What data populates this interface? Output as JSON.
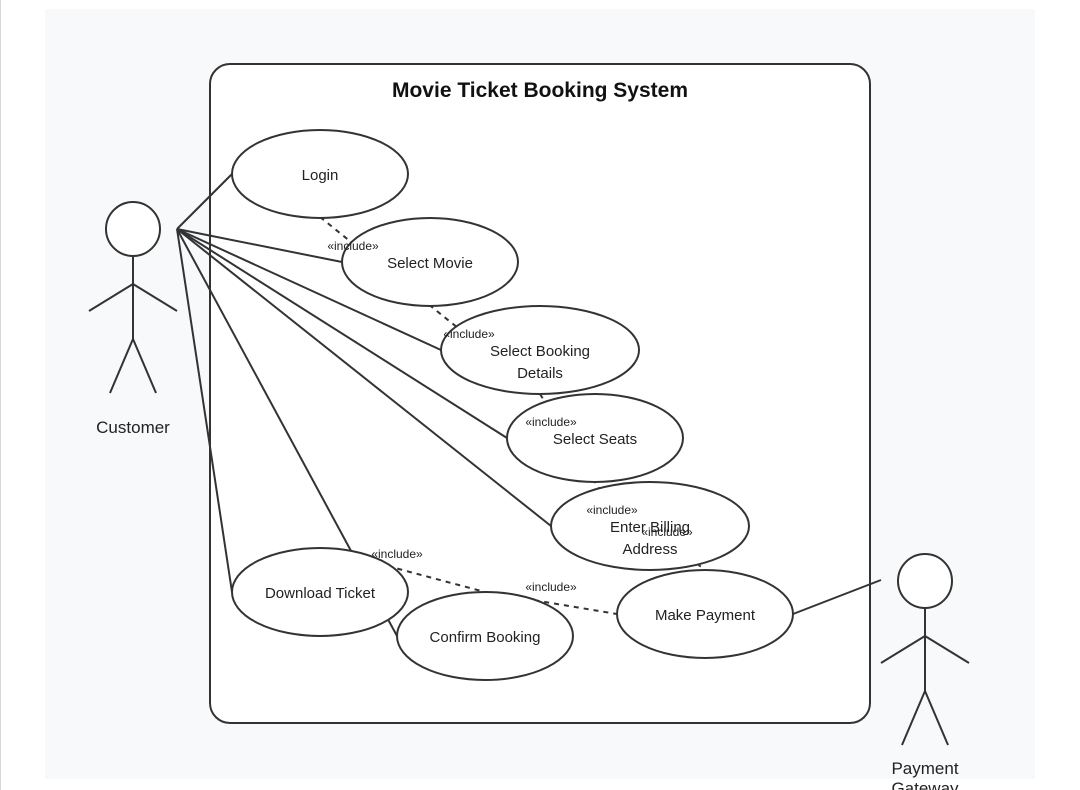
{
  "system": {
    "title": "Movie Ticket Booking System"
  },
  "actors": {
    "customer": "Customer",
    "payment_gateway": [
      "Payment",
      "Gateway"
    ]
  },
  "use_cases": {
    "login": [
      "Login"
    ],
    "select_movie": [
      "Select Movie"
    ],
    "select_booking_details": [
      "Select Booking",
      "Details"
    ],
    "select_seats": [
      "Select Seats"
    ],
    "enter_billing_address": [
      "Enter Billing",
      "Address"
    ],
    "make_payment": [
      "Make Payment"
    ],
    "download_ticket": [
      "Download Ticket"
    ],
    "confirm_booking": [
      "Confirm Booking"
    ]
  },
  "relations": {
    "include_label": "«include»"
  }
}
